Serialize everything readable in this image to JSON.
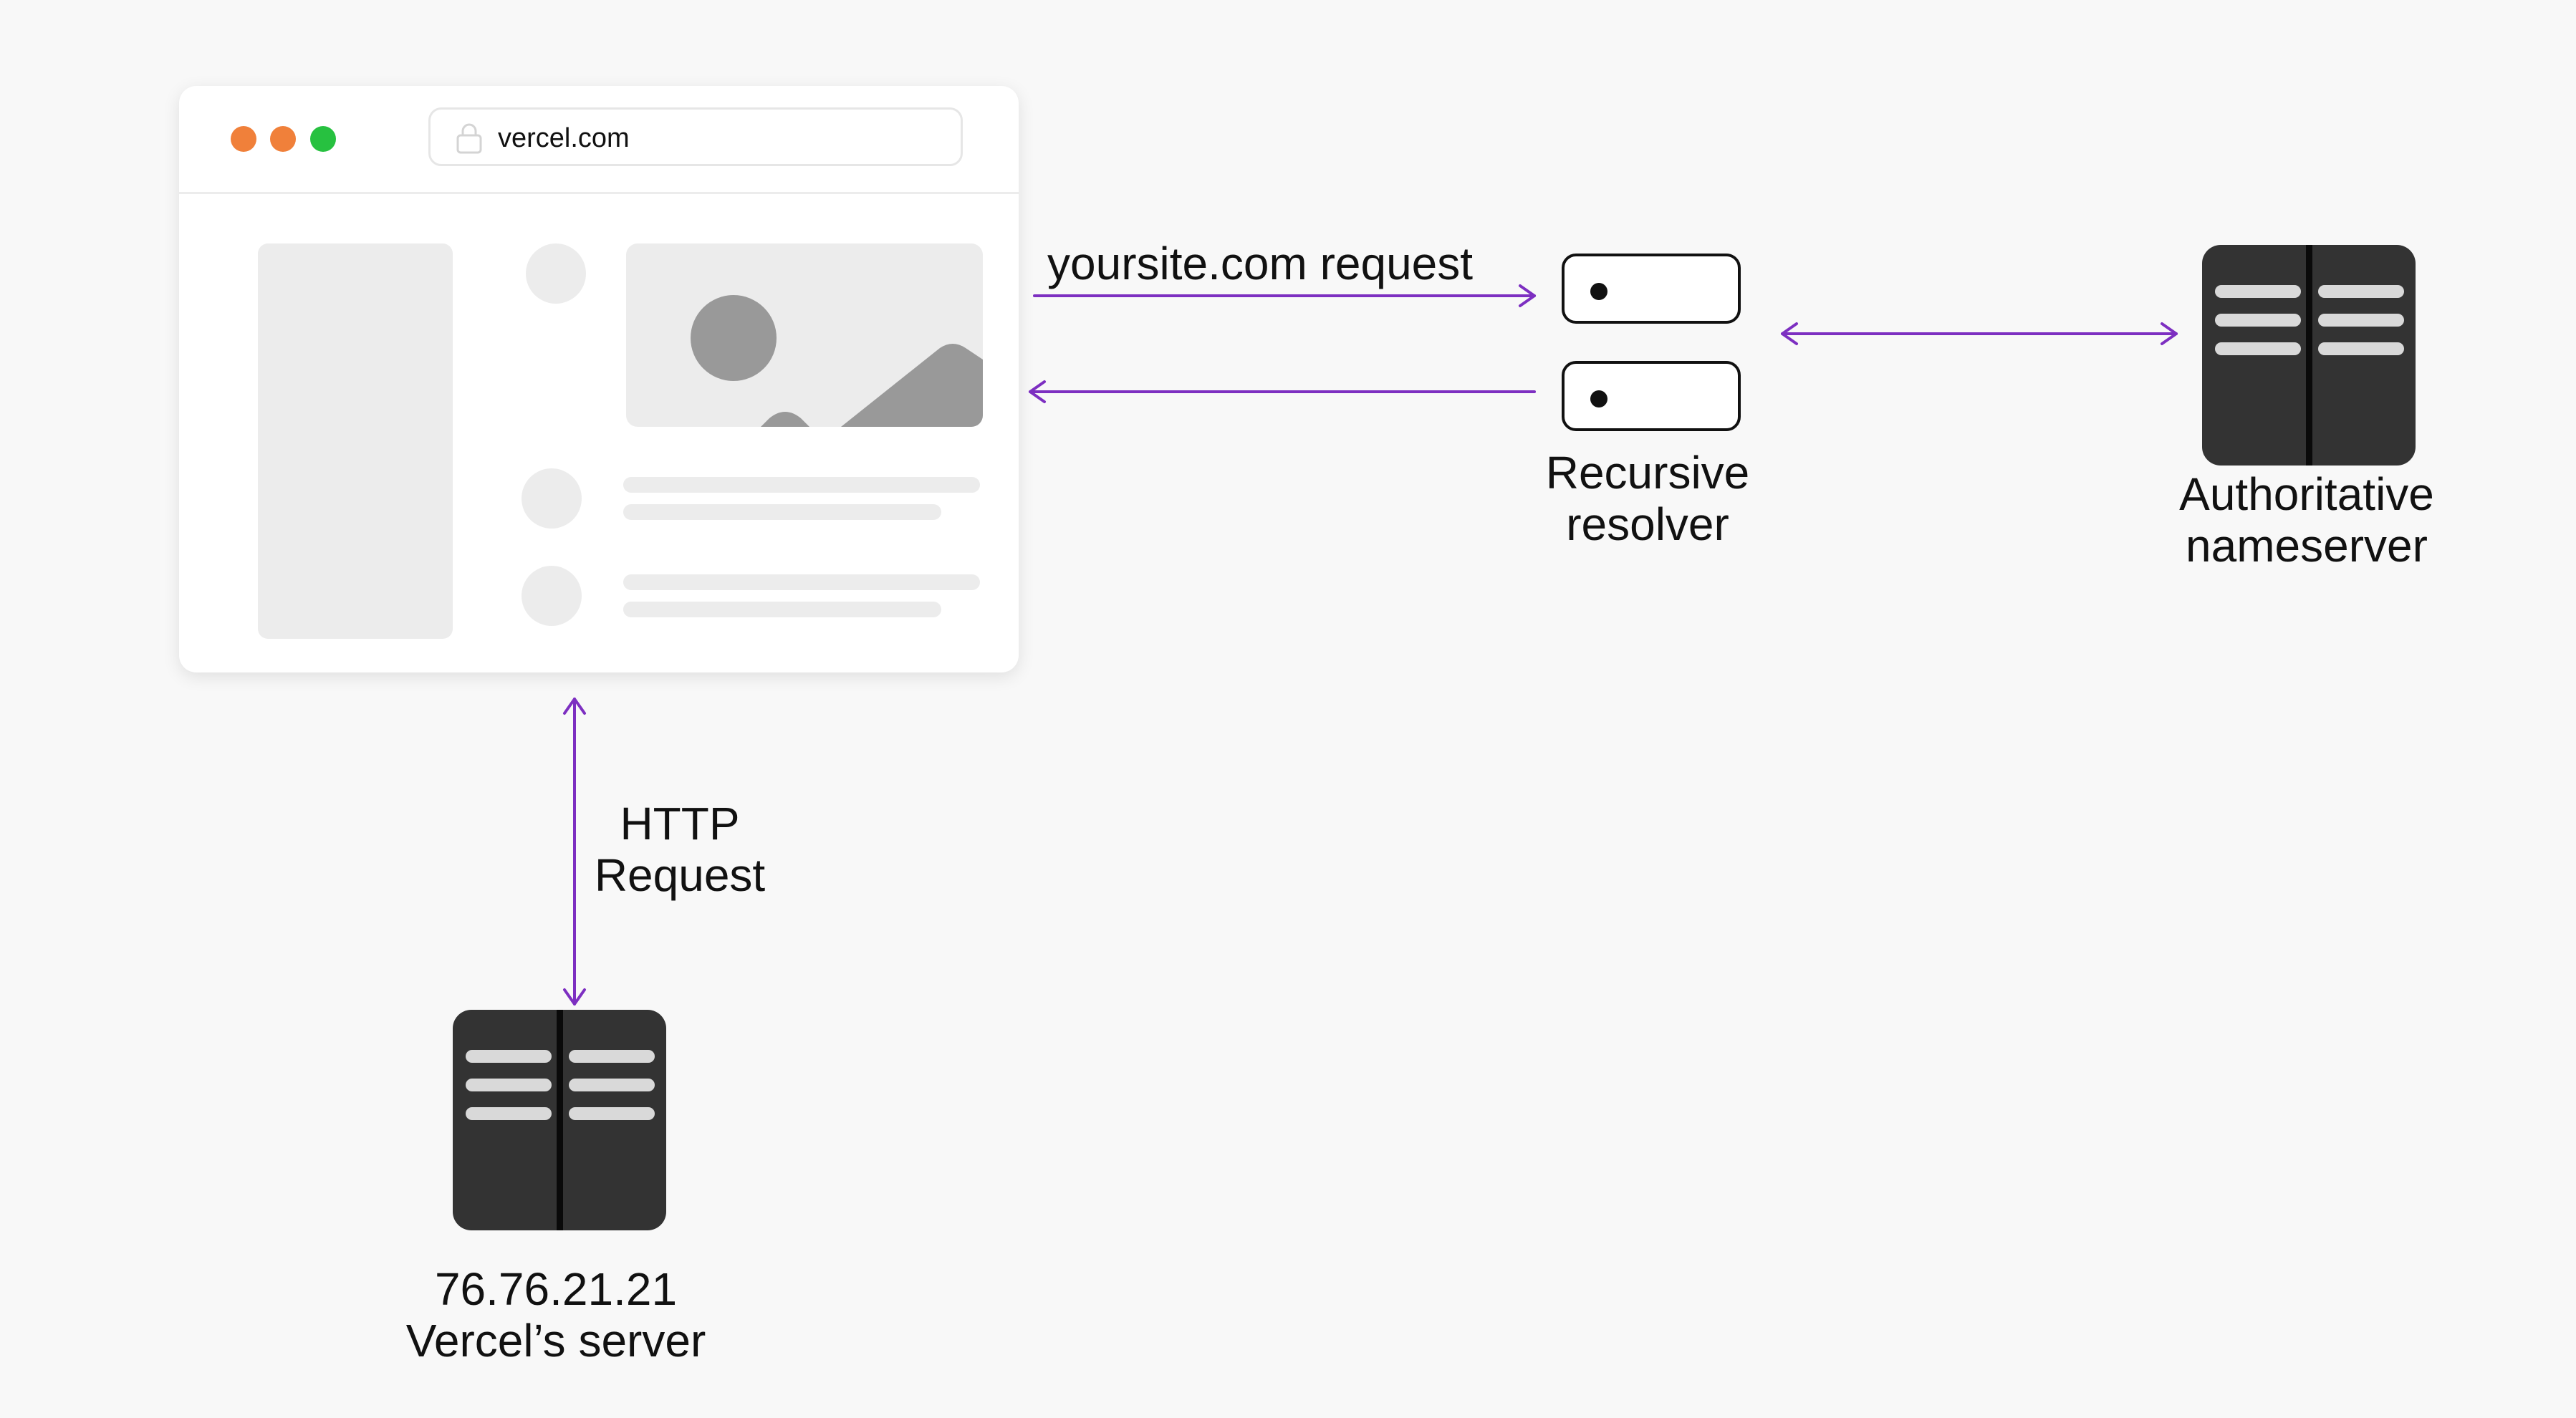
{
  "browser": {
    "address": "vercel.com",
    "lock_icon": "lock-icon",
    "traffic_lights": [
      "#f0803a",
      "#f0803a",
      "#27c140"
    ]
  },
  "arrows": {
    "request_label": "yoursite.com request",
    "http_label_line1": "HTTP",
    "http_label_line2": "Request",
    "color": "#7d2fc1"
  },
  "resolver": {
    "label_line1": "Recursive",
    "label_line2": "resolver"
  },
  "nameserver": {
    "label_line1": "Authoritative",
    "label_line2": "nameserver",
    "icon": "server-icon"
  },
  "vercel_server": {
    "ip": "76.76.21.21",
    "label": "Vercel’s server",
    "icon": "server-icon"
  },
  "colors": {
    "background": "#f8f8f8",
    "server": "#333333",
    "server_slot": "#d9d9d9",
    "placeholder": "#ececec",
    "placeholder_dark": "#999999"
  }
}
